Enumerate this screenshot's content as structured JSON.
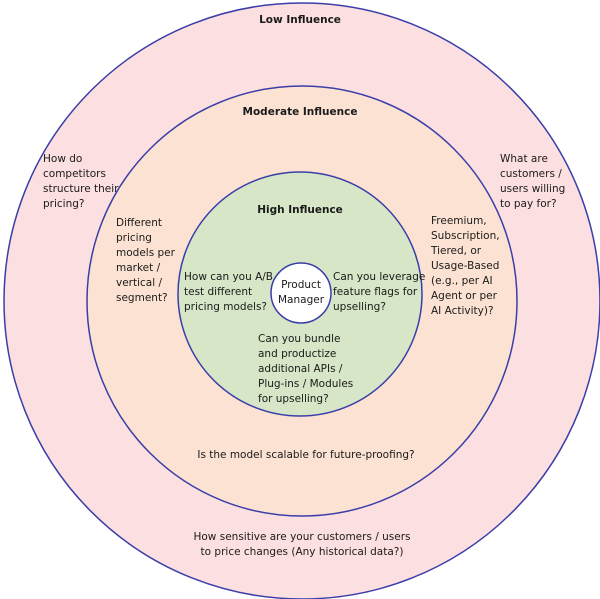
{
  "colors": {
    "outer_fill": "#fcdfe0",
    "middle_fill": "#fce2d2",
    "inner_fill": "#d6e6c7",
    "core_fill": "#ffffff",
    "stroke": "#3a3ea8"
  },
  "rings": {
    "low": {
      "title": "Low Influence",
      "left_question": "How do\ncompetitors\nstructure their\npricing?",
      "right_question": "What are\ncustomers /\nusers willing\nto pay for?",
      "bottom_question": "How sensitive are your customers / users\nto price changes (Any historical data?)"
    },
    "moderate": {
      "title": "Moderate Influence",
      "left_question": "Different\npricing\nmodels per\nmarket /\nvertical /\nsegment?",
      "right_question": "Freemium,\nSubscription,\nTiered, or\nUsage-Based\n(e.g., per AI\nAgent or per\nAI Activity)?",
      "bottom_question": "Is the model scalable for future-proofing?"
    },
    "high": {
      "title": "High Influence",
      "left_question": "How can you A/B\ntest different\npricing models?",
      "right_question": "Can you leverage\nfeature flags for\nupselling?",
      "bottom_question": "Can you bundle\nand productize\nadditional APIs /\nPlug-ins / Modules\nfor upselling?"
    }
  },
  "center": {
    "label": "Product\nManager"
  }
}
